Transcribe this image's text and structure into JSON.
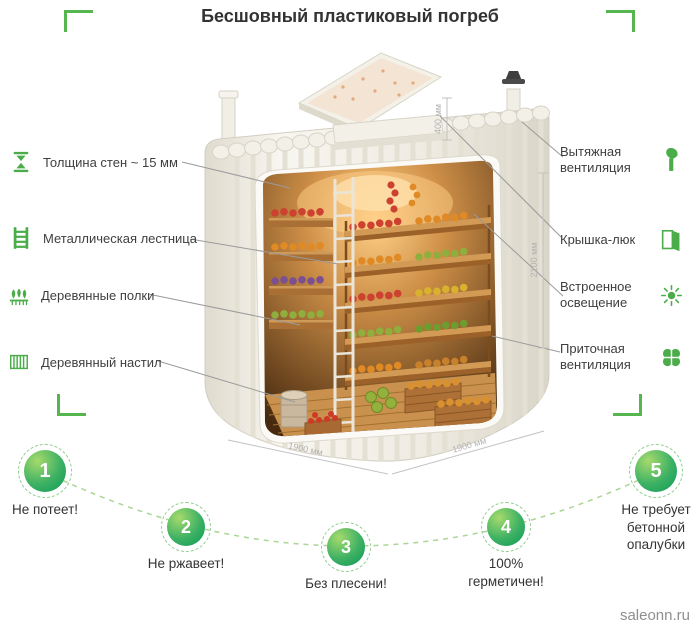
{
  "title": "Бесшовный пластиковый погреб",
  "watermark": "saleonn.ru",
  "left_features": [
    {
      "label": "Толщина стен ~ 15 мм",
      "icon": "wall-thickness-icon"
    },
    {
      "label": "Металлическая лестница",
      "icon": "ladder-icon"
    },
    {
      "label": "Деревянные полки",
      "icon": "wooden-shelves-icon"
    },
    {
      "label": "Деревянный настил",
      "icon": "wooden-decking-icon"
    }
  ],
  "right_features": [
    {
      "label": "Вытяжная вентиляция",
      "icon": "exhaust-vent-icon"
    },
    {
      "label": "Крышка-люк",
      "icon": "hatch-door-icon"
    },
    {
      "label": "Встроенное освещение",
      "icon": "lighting-icon"
    },
    {
      "label": "Приточная вентиляция",
      "icon": "supply-vent-icon"
    }
  ],
  "dimensions": {
    "lid_height": "400 мм",
    "body_height": "2100 мм",
    "width": "1900 мм",
    "depth": "1900 мм"
  },
  "benefits": [
    {
      "number": "1",
      "label": "Не потеет!"
    },
    {
      "number": "2",
      "label": "Не ржавеет!"
    },
    {
      "number": "3",
      "label": "Без плесени!"
    },
    {
      "number": "4",
      "label": "100% герметичен!"
    },
    {
      "number": "5",
      "label": "Не требует бетонной опалубки"
    }
  ],
  "colors": {
    "accent_green": "#4aad4a",
    "circle_green_light": "#a6da6c",
    "circle_green_dark": "#0c9a55",
    "leader_line_gray": "#9b9b9b"
  }
}
